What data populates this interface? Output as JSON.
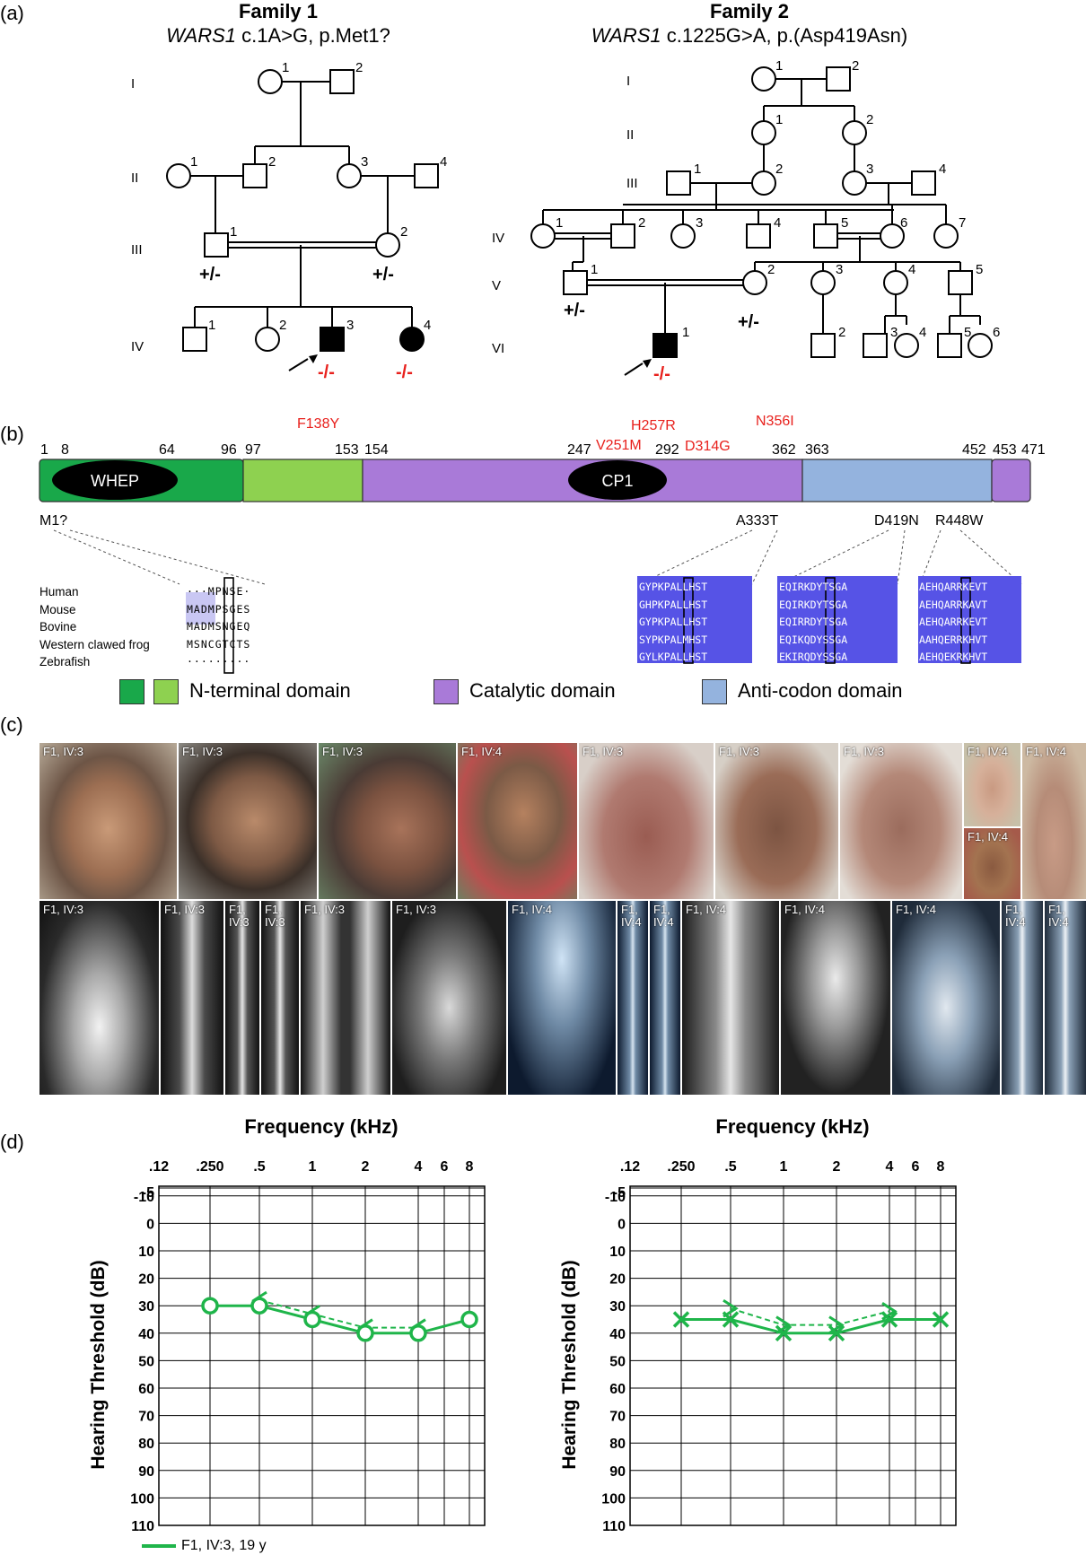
{
  "panels": {
    "a": "(a)",
    "b": "(b)",
    "c": "(c)",
    "d": "(d)"
  },
  "family1": {
    "title": "Family 1",
    "gene": "WARS1",
    "variant": " c.1A>G, p.Met1?",
    "generations": [
      "I",
      "II",
      "III",
      "IV"
    ],
    "genotypes": {
      "het": "+/-",
      "hom": "-/-"
    }
  },
  "family2": {
    "title": "Family 2",
    "gene": "WARS1",
    "variant": " c.1225G>A, p.(Asp419Asn)",
    "generations": [
      "I",
      "II",
      "III",
      "IV",
      "V",
      "VI"
    ]
  },
  "protein": {
    "positions": [
      "1",
      "8",
      "64",
      "96",
      "97",
      "153",
      "154",
      "247",
      "292",
      "362",
      "363",
      "452",
      "453",
      "471"
    ],
    "domains": {
      "whep": "WHEP",
      "cp1": "CP1"
    },
    "red_variants": [
      "F138Y",
      "H257R",
      "V251M",
      "D314G",
      "N356I"
    ],
    "black_variants": [
      "M1?",
      "A333T",
      "D419N",
      "R448W"
    ],
    "colors": {
      "nterm_dark": "#19a84a",
      "nterm_light": "#8ed150",
      "catalytic": "#a97ad8",
      "anticodon": "#94b3de",
      "red": "#e8201c"
    },
    "species": [
      "Human",
      "Mouse",
      "Bovine",
      "Western clawed frog",
      "Zebrafish"
    ],
    "alignment": {
      "m1": [
        "···MPNSE·",
        "MADMPSGES",
        "MADMSNGEQ",
        "MSNCGTCTS",
        "·········"
      ],
      "a333": [
        "GYPKPALLHST",
        "GHPKPALLHST",
        "GYPKPALLHST",
        "SYPKPALMHST",
        "GYLKPALLHST"
      ],
      "d419": [
        "EQIRKDYTSGA",
        "EQIRKDYTSGA",
        "EQIRRDYTSGA",
        "EQIKQDYSSGA",
        "EKIRQDYSSGA"
      ],
      "r448": [
        "AEHQARRKEVT",
        "AEHQARRKAVT",
        "AEHQARRKEVT",
        "AAHQERRKHVT",
        "AEHQEKRKHVT"
      ]
    },
    "legend": {
      "nterm": "N-terminal domain",
      "catalytic": "Catalytic domain",
      "anticodon": "Anti-codon domain"
    }
  },
  "photos": {
    "row1": [
      "F1, IV:3",
      "F1, IV:3",
      "F1, IV:3",
      "F1, IV:4",
      "F1, IV:3",
      "F1, IV:3",
      "F1, IV:3",
      "F1, IV:4",
      "F1, IV:4",
      "F1, IV:4"
    ],
    "row2": [
      "F1, IV:3",
      "F1, IV:3",
      "F1, IV:3",
      "F1, IV:3",
      "F1, IV:3",
      "F1, IV:3",
      "F1, IV:4",
      "F1, IV:4",
      "F1, IV:4",
      "F1, IV:4",
      "F1, IV:4",
      "F1, IV:4",
      "F1, IV:4",
      "F1, IV:4"
    ]
  },
  "audiogram": {
    "title": "Frequency (kHz)",
    "ylabel": "Hearing Threshold (dB)",
    "freq_labels": [
      ".12",
      ".250",
      ".5",
      "1",
      "2",
      "4",
      "6",
      "8"
    ],
    "db_labels": [
      "-5",
      "-10",
      "0",
      "10",
      "20",
      "30",
      "40",
      "50",
      "60",
      "70",
      "80",
      "90",
      "100",
      "110"
    ],
    "legend": "F1, IV:3, 19 y",
    "color": "#1fb54a"
  },
  "chart_data": [
    {
      "type": "line",
      "title": "Frequency (kHz)",
      "xlabel": "Frequency (kHz)",
      "ylabel": "Hearing Threshold (dB)",
      "x": [
        0.25,
        0.5,
        1,
        2,
        4,
        8
      ],
      "ylim": [
        -10,
        110
      ],
      "series": [
        {
          "name": "F1, IV:3, 19 y",
          "marker": "O",
          "values": [
            30,
            30,
            35,
            40,
            40,
            35
          ]
        },
        {
          "marker": "<",
          "x": [
            0.5,
            1,
            2,
            4
          ],
          "values": [
            28,
            33,
            38,
            38
          ]
        }
      ]
    },
    {
      "type": "line",
      "title": "Frequency (kHz)",
      "xlabel": "Frequency (kHz)",
      "ylabel": "Hearing Threshold (dB)",
      "x": [
        0.25,
        0.5,
        1,
        2,
        4,
        8
      ],
      "ylim": [
        -10,
        110
      ],
      "series": [
        {
          "marker": "X",
          "values": [
            35,
            35,
            40,
            40,
            35,
            35
          ]
        },
        {
          "marker": "]",
          "x": [
            0.5,
            1,
            2,
            4
          ],
          "values": [
            31,
            37,
            37,
            32
          ]
        }
      ]
    }
  ]
}
